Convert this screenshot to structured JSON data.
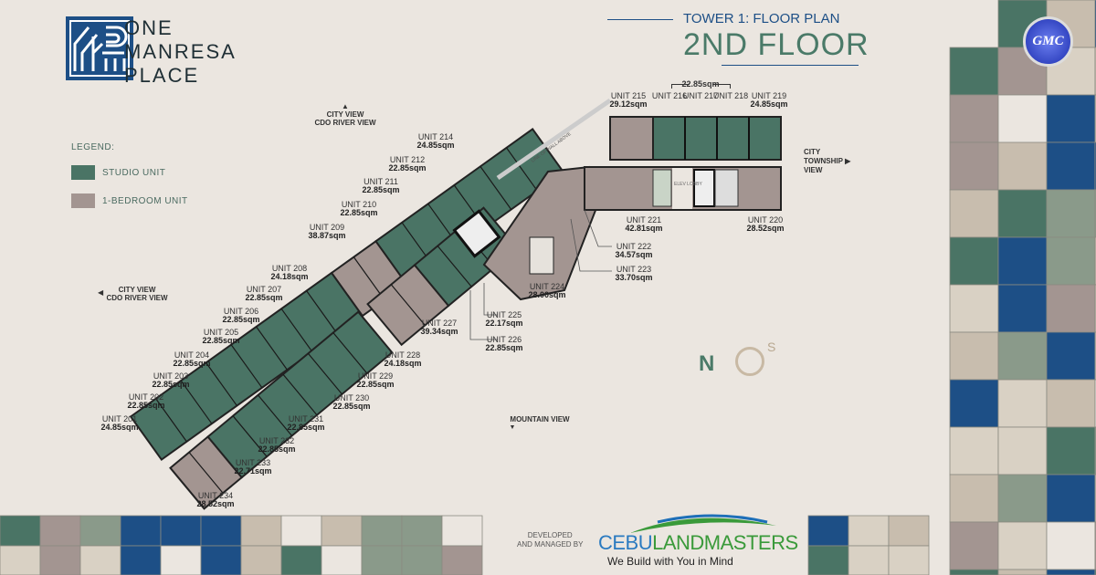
{
  "brand": {
    "name_lines": [
      "ONE",
      "MANRESA",
      "PLACE"
    ]
  },
  "header": {
    "subtitle": "TOWER 1: FLOOR PLAN",
    "title": "2ND FLOOR"
  },
  "legend": {
    "title": "LEGEND:",
    "items": [
      {
        "label": "STUDIO UNIT",
        "color": "#4a7465"
      },
      {
        "label": "1-BEDROOM UNIT",
        "color": "#a39591"
      }
    ]
  },
  "views": {
    "top": [
      "CITY VIEW",
      "CDO RIVER VIEW"
    ],
    "left": [
      "CITY VIEW",
      "CDO RIVER VIEW"
    ],
    "right": [
      "CITY",
      "TOWNSHIP",
      "VIEW"
    ],
    "bottom": "MOUNTAIN VIEW"
  },
  "group_area": "22.85sqm",
  "units": [
    {
      "name": "UNIT 215",
      "area": "29.12sqm"
    },
    {
      "name": "UNIT 216",
      "area": ""
    },
    {
      "name": "UNIT 217",
      "area": ""
    },
    {
      "name": "UNIT 218",
      "area": ""
    },
    {
      "name": "UNIT 219",
      "area": "24.85sqm"
    },
    {
      "name": "UNIT 214",
      "area": "24.85sqm"
    },
    {
      "name": "UNIT 212",
      "area": "22.85sqm"
    },
    {
      "name": "UNIT 211",
      "area": "22.85sqm"
    },
    {
      "name": "UNIT 210",
      "area": "22.85sqm"
    },
    {
      "name": "UNIT 209",
      "area": "38.87sqm"
    },
    {
      "name": "UNIT 208",
      "area": "24.18sqm"
    },
    {
      "name": "UNIT 207",
      "area": "22.85sqm"
    },
    {
      "name": "UNIT 206",
      "area": "22.85sqm"
    },
    {
      "name": "UNIT 205",
      "area": "22.85sqm"
    },
    {
      "name": "UNIT 204",
      "area": "22.85sqm"
    },
    {
      "name": "UNIT 203",
      "area": "22.85sqm"
    },
    {
      "name": "UNIT 202",
      "area": "22.85sqm"
    },
    {
      "name": "UNIT 201",
      "area": "24.85sqm"
    },
    {
      "name": "UNIT 234",
      "area": "28.52sqm"
    },
    {
      "name": "UNIT 233",
      "area": "22.71sqm"
    },
    {
      "name": "UNIT 232",
      "area": "22.85sqm"
    },
    {
      "name": "UNIT 231",
      "area": "22.85sqm"
    },
    {
      "name": "UNIT 230",
      "area": "22.85sqm"
    },
    {
      "name": "UNIT 229",
      "area": "22.85sqm"
    },
    {
      "name": "UNIT 228",
      "area": "24.18sqm"
    },
    {
      "name": "UNIT 227",
      "area": "39.34sqm"
    },
    {
      "name": "UNIT 225",
      "area": "22.17sqm"
    },
    {
      "name": "UNIT 226",
      "area": "22.85sqm"
    },
    {
      "name": "UNIT 224",
      "area": "28.00sqm"
    },
    {
      "name": "UNIT 223",
      "area": "33.70sqm"
    },
    {
      "name": "UNIT 222",
      "area": "34.57sqm"
    },
    {
      "name": "UNIT 221",
      "area": "42.81sqm"
    },
    {
      "name": "UNIT 220",
      "area": "28.52sqm"
    }
  ],
  "plan_labels": {
    "elev_lobby": "ELEV LOBBY",
    "line_of_wall": "LINE OF WALL ABOVE"
  },
  "compass": {
    "north": "N",
    "south": "S"
  },
  "watermark": "GMC",
  "developer": {
    "caption_lines": [
      "DEVELOPED",
      "AND MANAGED BY"
    ],
    "name_a": "CEBU",
    "name_b": "LANDMASTERS",
    "tagline": "We Build with You in Mind"
  },
  "colors": {
    "studio": "#4a7465",
    "one_bedroom": "#a39591",
    "accent_blue": "#1d4f86",
    "accent_green": "#4a7a68"
  }
}
